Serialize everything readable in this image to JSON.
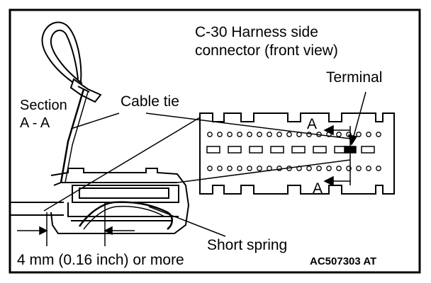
{
  "labels": {
    "connector_title_line1": "C-30 Harness side",
    "connector_title_line2": "connector (front view)",
    "terminal": "Terminal",
    "section_line1": "Section",
    "section_line2": "A - A",
    "cable_tie": "Cable tie",
    "section_marker_top": "A",
    "section_marker_bottom": "A",
    "short_spring": "Short spring",
    "dimension": "4 mm (0.16 inch) or more",
    "figure_code": "AC507303 AT"
  },
  "colors": {
    "line": "#000000",
    "background": "#ffffff"
  }
}
